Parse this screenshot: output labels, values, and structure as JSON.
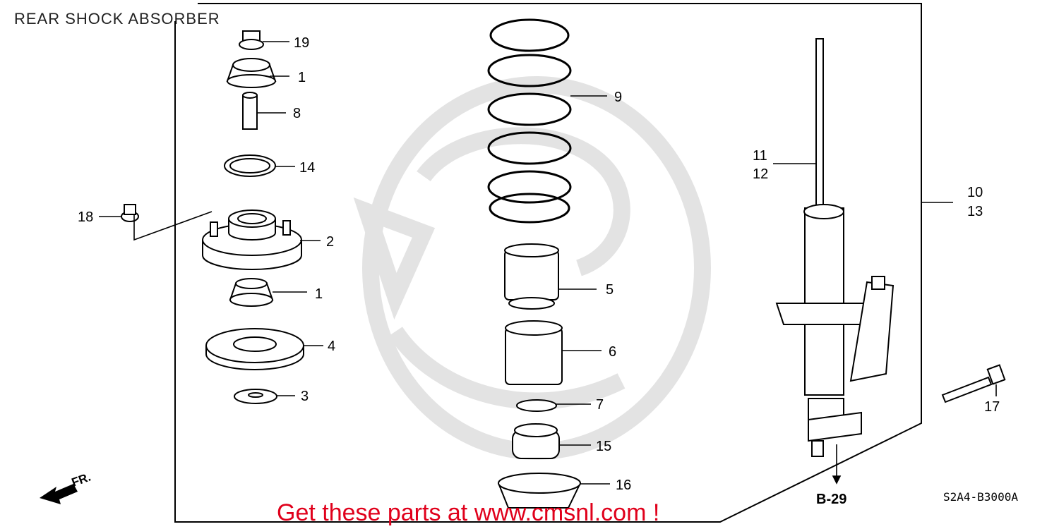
{
  "title": "REAR SHOCK ABSORBER",
  "callouts": [
    {
      "id": "p19",
      "label": "19"
    },
    {
      "id": "p1a",
      "label": "1"
    },
    {
      "id": "p8",
      "label": "8"
    },
    {
      "id": "p14",
      "label": "14"
    },
    {
      "id": "p18",
      "label": "18"
    },
    {
      "id": "p2",
      "label": "2"
    },
    {
      "id": "p1b",
      "label": "1"
    },
    {
      "id": "p4",
      "label": "4"
    },
    {
      "id": "p3",
      "label": "3"
    },
    {
      "id": "p9",
      "label": "9"
    },
    {
      "id": "p5",
      "label": "5"
    },
    {
      "id": "p6",
      "label": "6"
    },
    {
      "id": "p7",
      "label": "7"
    },
    {
      "id": "p15",
      "label": "15"
    },
    {
      "id": "p16",
      "label": "16"
    },
    {
      "id": "p11",
      "label": "11"
    },
    {
      "id": "p12",
      "label": "12"
    },
    {
      "id": "p10",
      "label": "10"
    },
    {
      "id": "p13",
      "label": "13"
    },
    {
      "id": "p17",
      "label": "17"
    }
  ],
  "reference": "B-29",
  "diagram_code": "S2A4-B3000A",
  "front_label": "FR.",
  "promo_text": "Get these parts at www.cmsnl.com !",
  "colors": {
    "promo": "#e0001b",
    "line": "#000000",
    "watermark": "#e3e3e3"
  }
}
